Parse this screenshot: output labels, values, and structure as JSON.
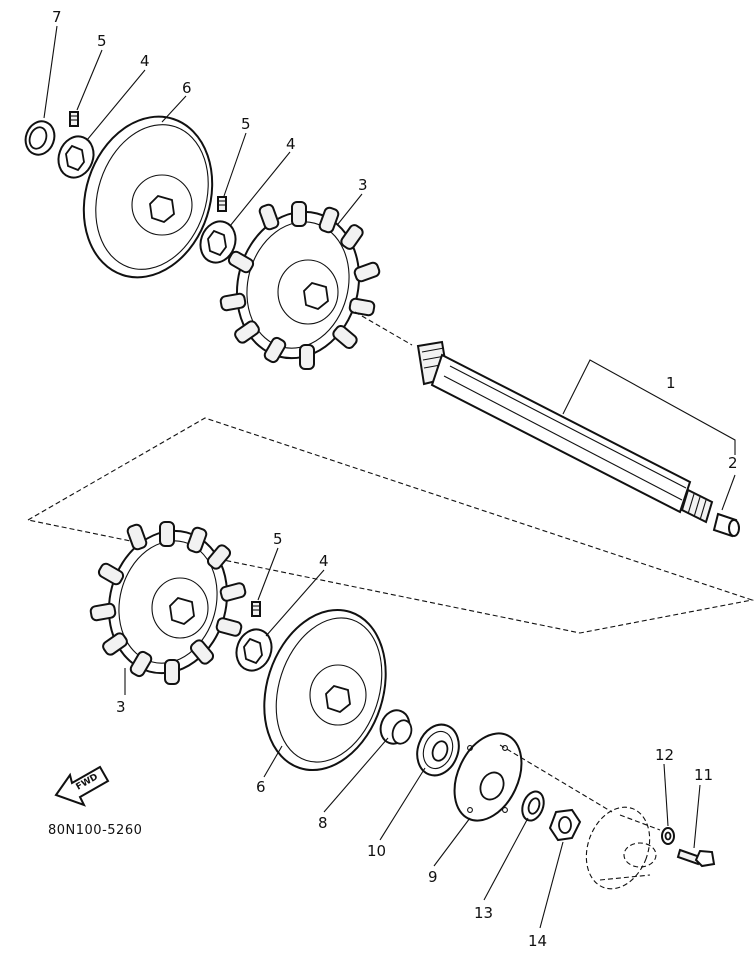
{
  "diagram": {
    "part_number": "80N100-5260",
    "fwd_arrow_text": "FWD",
    "callouts": [
      {
        "id": "c7a",
        "text": "7"
      },
      {
        "id": "c5a",
        "text": "5"
      },
      {
        "id": "c4a",
        "text": "4"
      },
      {
        "id": "c6a",
        "text": "6"
      },
      {
        "id": "c5b",
        "text": "5"
      },
      {
        "id": "c4b",
        "text": "4"
      },
      {
        "id": "c3a",
        "text": "3"
      },
      {
        "id": "c1",
        "text": "1"
      },
      {
        "id": "c2",
        "text": "2"
      },
      {
        "id": "c5c",
        "text": "5"
      },
      {
        "id": "c4c",
        "text": "4"
      },
      {
        "id": "c3b",
        "text": "3"
      },
      {
        "id": "c6b",
        "text": "6"
      },
      {
        "id": "c8",
        "text": "8"
      },
      {
        "id": "c10",
        "text": "10"
      },
      {
        "id": "c9",
        "text": "9"
      },
      {
        "id": "c13",
        "text": "13"
      },
      {
        "id": "c14",
        "text": "14"
      },
      {
        "id": "c12",
        "text": "12"
      },
      {
        "id": "c11",
        "text": "11"
      }
    ]
  }
}
